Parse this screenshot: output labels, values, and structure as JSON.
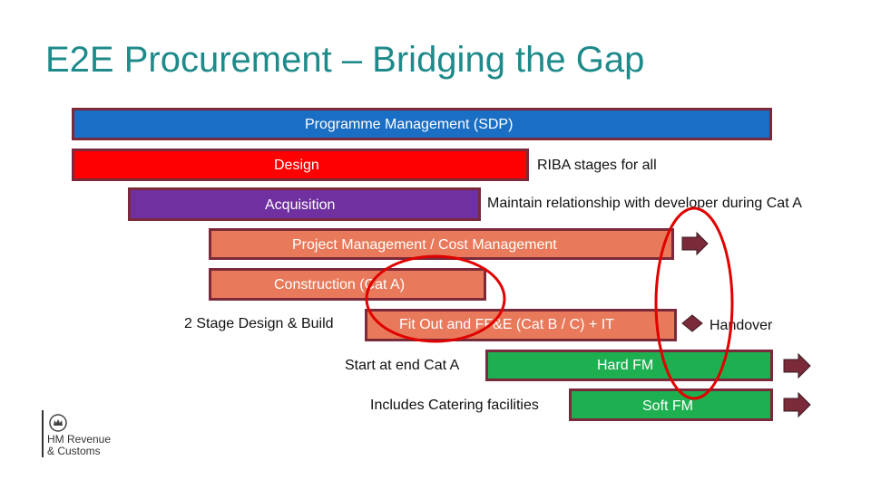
{
  "title": "E2E Procurement – Bridging the Gap",
  "bars": {
    "programme": "Programme Management (SDP)",
    "design": "Design",
    "acquisition": "Acquisition",
    "project": "Project Management / Cost Management",
    "construction": "Construction (Cat A)",
    "fitout": "Fit Out and FF&E (Cat B / C) + IT",
    "hard_fm": "Hard FM",
    "soft_fm": "Soft FM"
  },
  "notes": {
    "riba": "RIBA stages for all",
    "maintain": "Maintain relationship with developer during Cat A",
    "two_stage": "2 Stage Design & Build",
    "handover": "Handover",
    "start_at_end": "Start at end Cat A",
    "catering": "Includes Catering facilities"
  },
  "logo": {
    "line1": "HM Revenue",
    "line2": "& Customs"
  },
  "colors": {
    "title": "#1f8a8a",
    "programme": "#1a6fc4",
    "design": "#ff0000",
    "acquisition": "#7030a0",
    "orange": "#e8795a",
    "green": "#1eb050",
    "border": "#7a2a3a",
    "arrow": "#7b2a3a",
    "circle": "#e00000"
  }
}
